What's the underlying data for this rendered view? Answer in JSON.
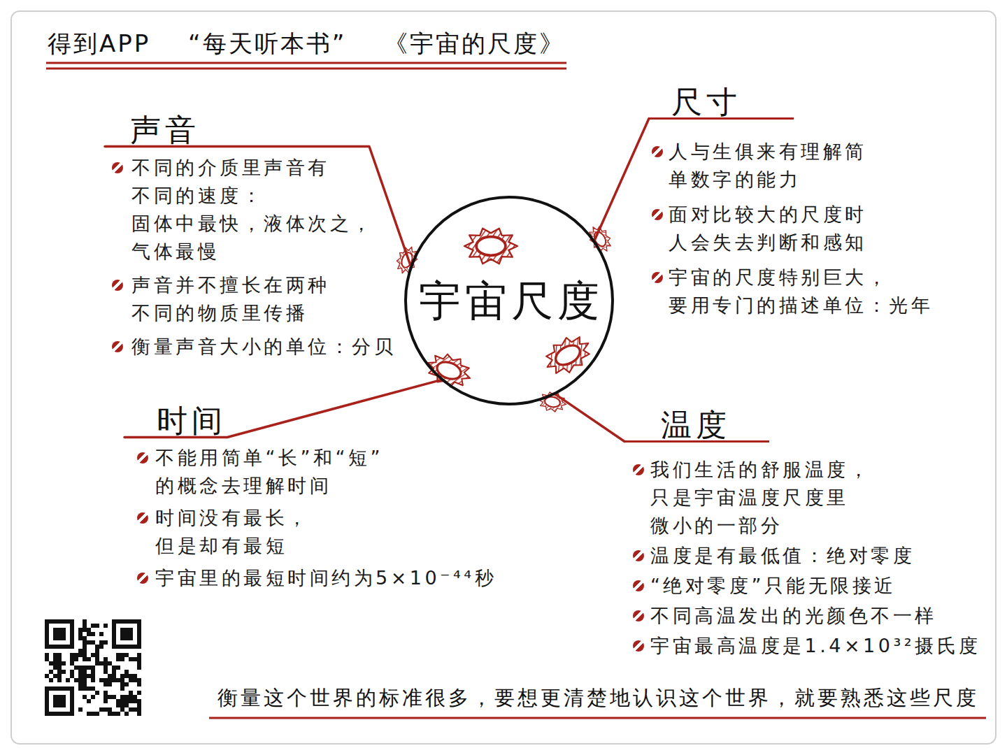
{
  "diagram": {
    "title": "得到APP “每天听本书” 《宇宙的尺度》",
    "caption": "衡量这个世界的标准很多，要想更清楚地认识这个世界，就要熟悉这些尺度",
    "nodes": [
      {
        "text": [
          "宇宙尺度"
        ]
      },
      {
        "text": [
          "声音",
          "不同的介质里声音有 不同的速度： 固体中最快，液体次之， 气体最慢",
          "声音并不擅长在两种 不同的物质里传播",
          "衡量声音大小的单位：分贝"
        ]
      },
      {
        "text": [
          "尺寸",
          "人与生俱来有理解简 单数字的能力",
          "面对比较大的尺度时 人会失去判断和感知",
          "宇宙的尺度特别巨大， 要用专门的描述单位：光年"
        ]
      },
      {
        "text": [
          "时间",
          "不能用简单“长”和“短” 的概念去理解时间",
          "时间没有最长， 但是却有最短",
          "宇宙里的最短时间约为5×10⁻⁴⁴秒"
        ]
      },
      {
        "text": [
          "温度",
          "我们生活的舒服温度， 只是宇宙温度尺度里 微小的一部分",
          "温度是有最低值：绝对零度",
          "“绝对零度”只能无限接近",
          "不同高温发出的光颜色不一样",
          "宇宙最高温度是1.4×10³²摄氏度"
        ]
      }
    ],
    "edges": [
      {
        "from": 0,
        "to": 1,
        "arrow": "none"
      },
      {
        "from": 0,
        "to": 2,
        "arrow": "none"
      },
      {
        "from": 0,
        "to": 3,
        "arrow": "none"
      },
      {
        "from": 0,
        "to": 4,
        "arrow": "none"
      }
    ]
  }
}
